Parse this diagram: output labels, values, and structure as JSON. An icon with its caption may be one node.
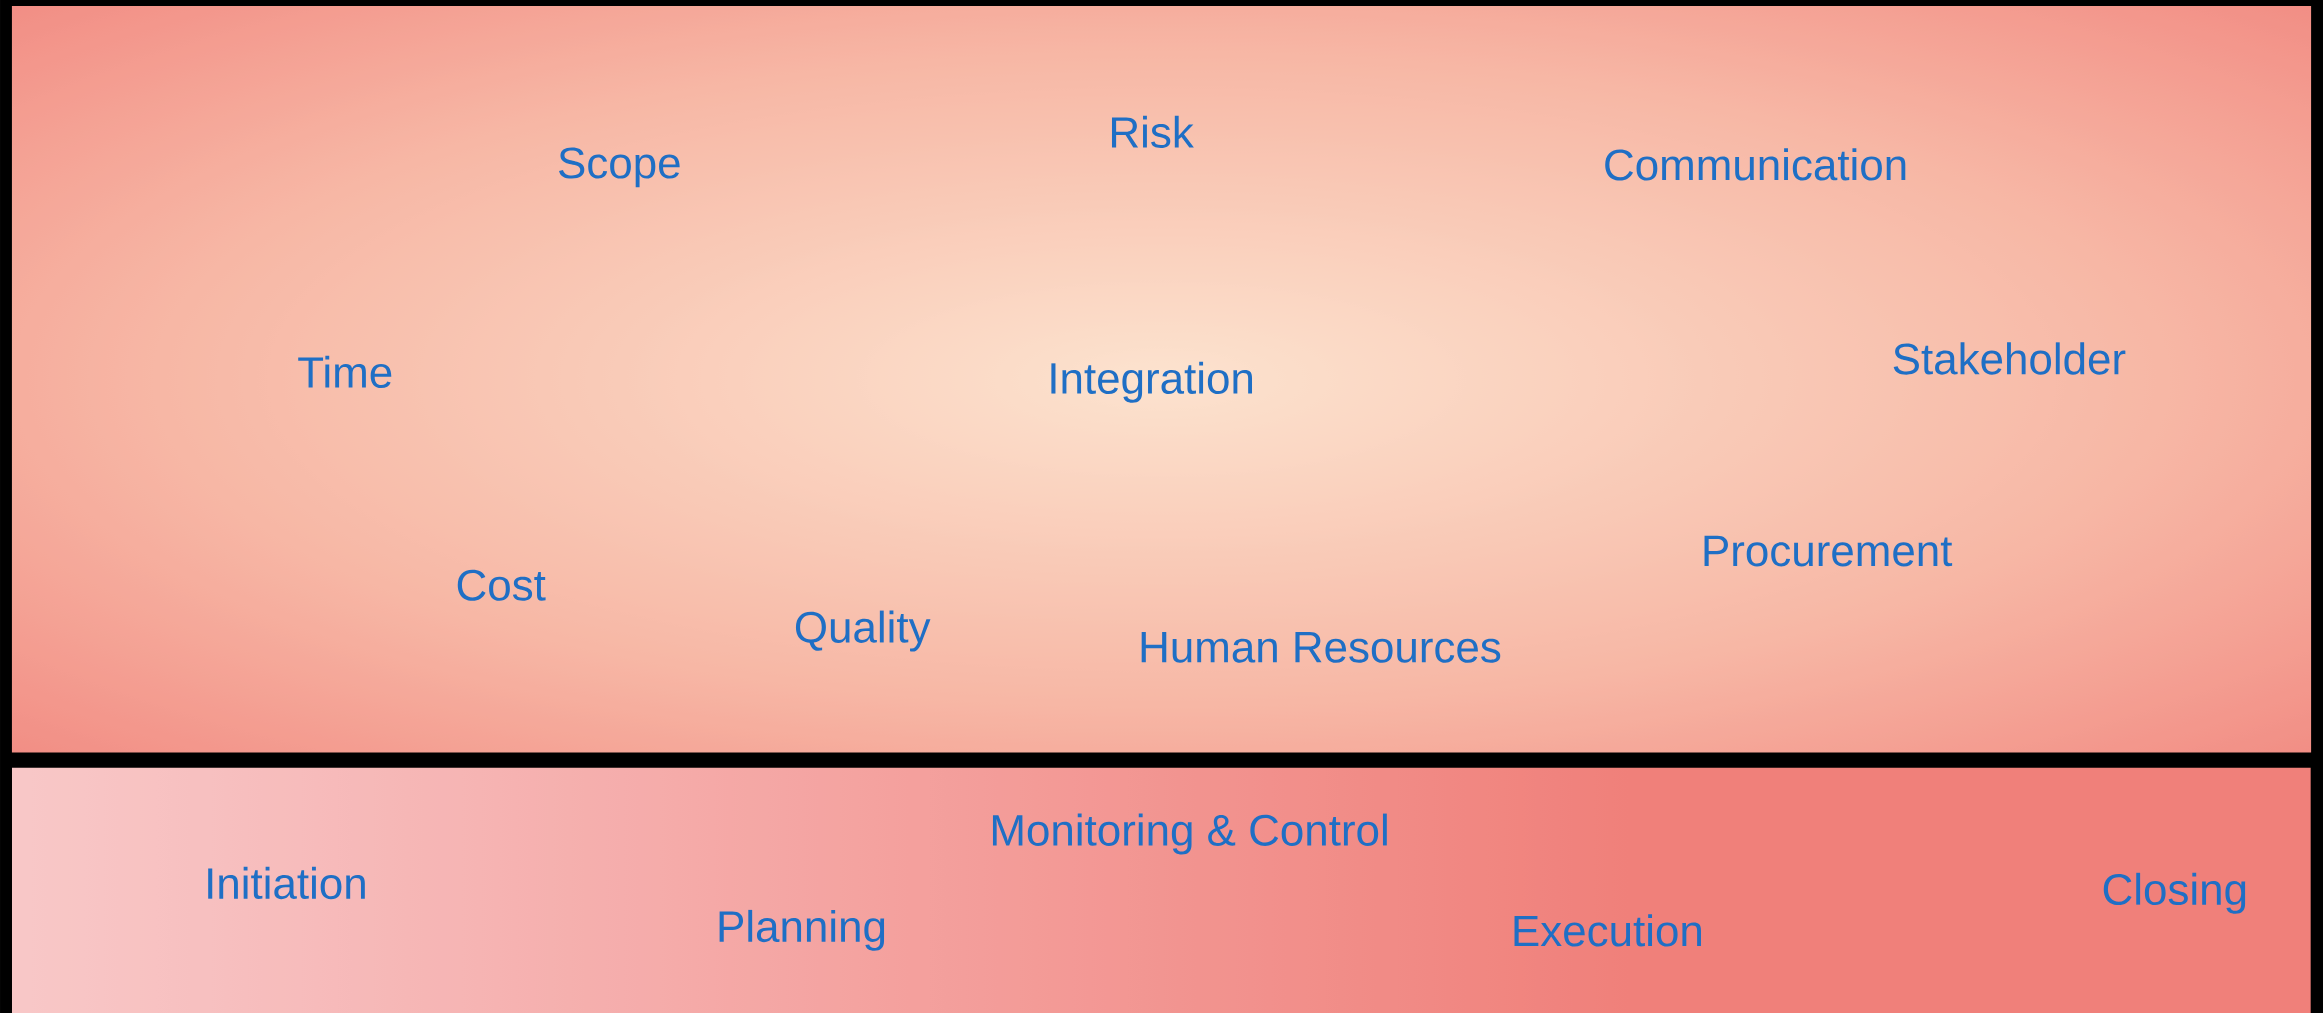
{
  "diagram": {
    "nodes": [
      {
        "text": [
          "Scope",
          "Risk",
          "Communication",
          "Time",
          "Integration",
          "Stakeholder",
          "Procurement",
          "Cost",
          "Quality",
          "Human Resources"
        ]
      },
      {
        "text": [
          "Initiation",
          "Planning",
          "Monitoring & Control",
          "Execution",
          "Closing"
        ]
      }
    ]
  }
}
